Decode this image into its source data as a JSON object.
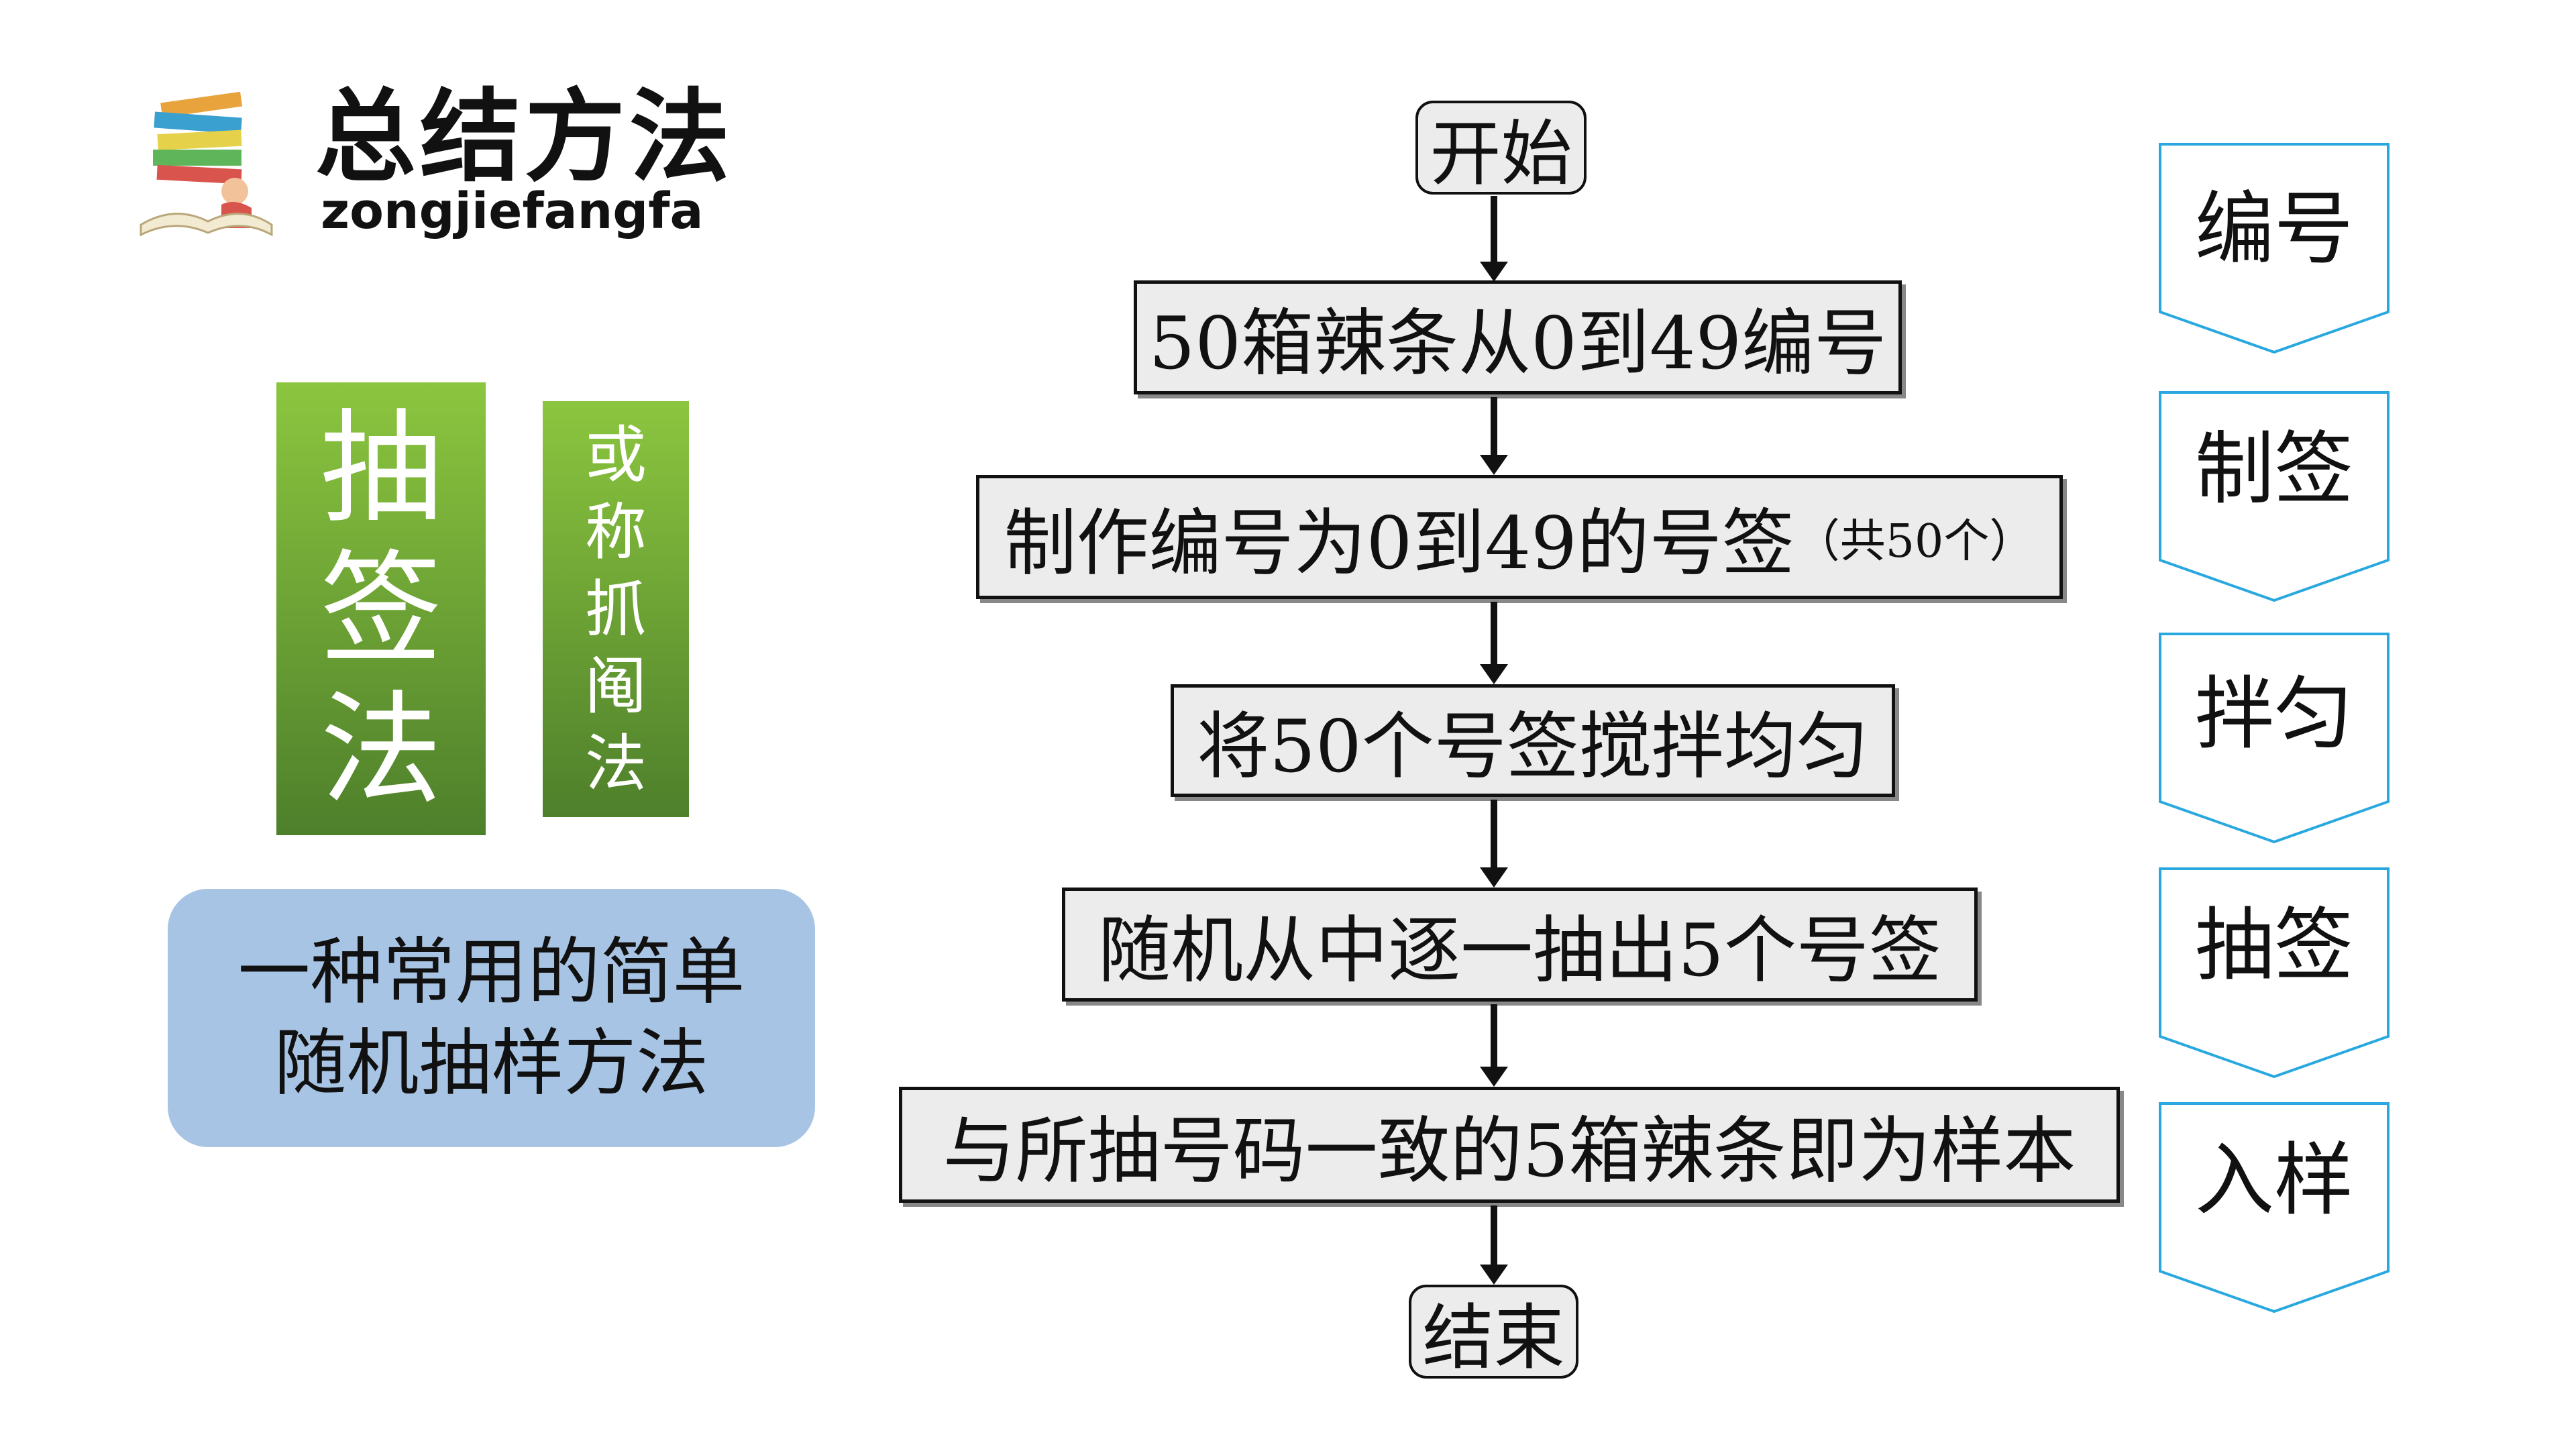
{
  "header": {
    "title": "总结方法",
    "pinyin": "zongjiefangfa",
    "icon": "books-reading-icon"
  },
  "left_panel": {
    "method_name": [
      "抽",
      "签",
      "法"
    ],
    "alt_name": [
      "或",
      "称",
      "抓",
      "阄",
      "法"
    ],
    "description_lines": [
      "一种常用的简单",
      "随机抽样方法"
    ]
  },
  "flowchart": {
    "start": "开始",
    "steps": [
      {
        "text": "50箱辣条从0到49编号"
      },
      {
        "text": "制作编号为0到49的号签",
        "note": "（共50个）"
      },
      {
        "text": "将50个号签搅拌均匀"
      },
      {
        "text": "随机从中逐一抽出5个号签"
      },
      {
        "text": "与所抽号码一致的5箱辣条即为样本"
      }
    ],
    "end": "结束"
  },
  "step_tags": [
    "编号",
    "制签",
    "拌匀",
    "抽签",
    "入样"
  ],
  "colors": {
    "green_top": "#8cc63f",
    "green_bottom": "#4e7f2b",
    "blue_box": "#a8c4e4",
    "tag_border": "#29a8e0",
    "node_fill": "#ececec"
  }
}
